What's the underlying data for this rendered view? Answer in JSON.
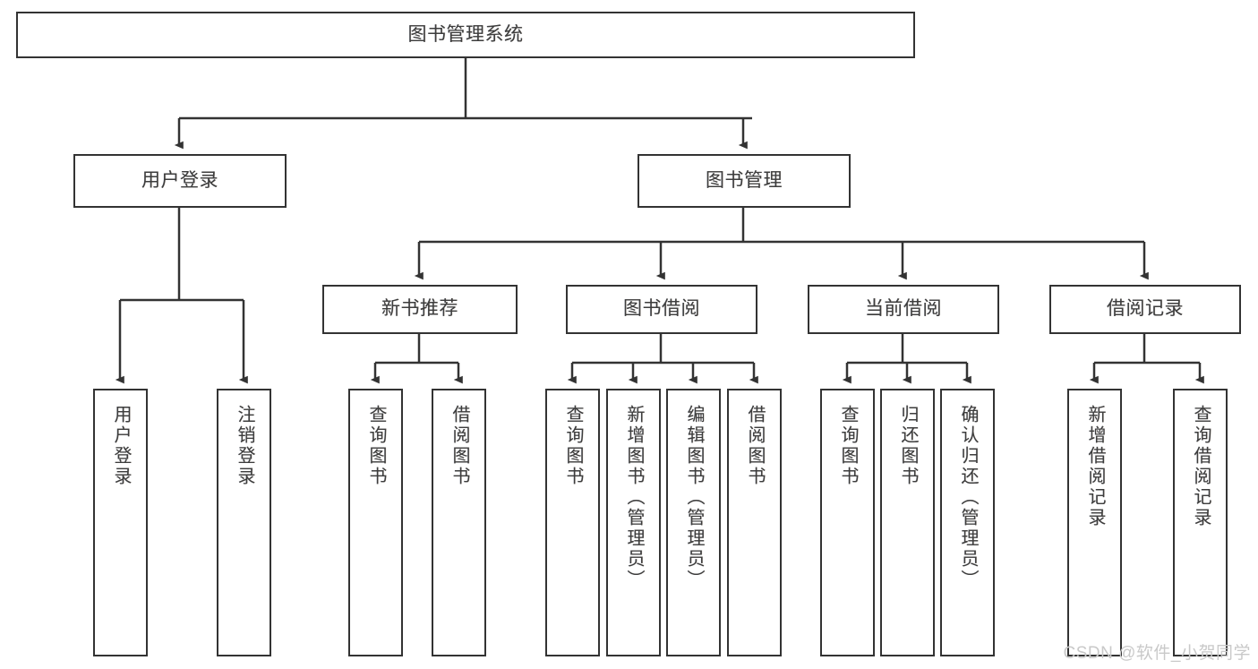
{
  "diagram": {
    "title": "图书管理系统",
    "type": "tree",
    "watermark": "CSDN @软件_小贺同学",
    "colors": {
      "box_border": "#333333",
      "box_fill": "#ffffff",
      "text": "#3d3d3d",
      "connector": "#333333",
      "watermark": "#c9c9c9",
      "background": "#ffffff"
    },
    "nodes": {
      "root": {
        "label": "图书管理系统",
        "level": 0
      },
      "user_login": {
        "label": "用户登录",
        "level": 1
      },
      "book_manage": {
        "label": "图书管理",
        "level": 1
      },
      "new_book_rec": {
        "label": "新书推荐",
        "level": 2
      },
      "book_borrow": {
        "label": "图书借阅",
        "level": 2
      },
      "current_borrow": {
        "label": "当前借阅",
        "level": 2
      },
      "borrow_record": {
        "label": "借阅记录",
        "level": 2
      },
      "leaf_user_login": {
        "label": "用户登录",
        "level": 3,
        "orientation": "vertical"
      },
      "leaf_logout": {
        "label": "注销登录",
        "level": 3,
        "orientation": "vertical"
      },
      "leaf_query_book_1": {
        "label": "查询图书",
        "level": 3,
        "orientation": "vertical"
      },
      "leaf_borrow_book_1": {
        "label": "借阅图书",
        "level": 3,
        "orientation": "vertical"
      },
      "leaf_query_book_2": {
        "label": "查询图书",
        "level": 3,
        "orientation": "vertical"
      },
      "leaf_add_book": {
        "label": "新增图书（管理员）",
        "level": 3,
        "orientation": "vertical"
      },
      "leaf_edit_book": {
        "label": "编辑图书（管理员）",
        "level": 3,
        "orientation": "vertical"
      },
      "leaf_borrow_book_2": {
        "label": "借阅图书",
        "level": 3,
        "orientation": "vertical"
      },
      "leaf_query_book_3": {
        "label": "查询图书",
        "level": 3,
        "orientation": "vertical"
      },
      "leaf_return_book": {
        "label": "归还图书",
        "level": 3,
        "orientation": "vertical"
      },
      "leaf_confirm_return": {
        "label": "确认归还（管理员）",
        "level": 3,
        "orientation": "vertical"
      },
      "leaf_add_record": {
        "label": "新增借阅记录",
        "level": 3,
        "orientation": "vertical"
      },
      "leaf_query_record": {
        "label": "查询借阅记录",
        "level": 3,
        "orientation": "vertical"
      }
    },
    "edges": [
      {
        "from": "root",
        "to": "user_login"
      },
      {
        "from": "root",
        "to": "book_manage"
      },
      {
        "from": "user_login",
        "to": "leaf_user_login"
      },
      {
        "from": "user_login",
        "to": "leaf_logout"
      },
      {
        "from": "book_manage",
        "to": "new_book_rec"
      },
      {
        "from": "book_manage",
        "to": "book_borrow"
      },
      {
        "from": "book_manage",
        "to": "current_borrow"
      },
      {
        "from": "book_manage",
        "to": "borrow_record"
      },
      {
        "from": "new_book_rec",
        "to": "leaf_query_book_1"
      },
      {
        "from": "new_book_rec",
        "to": "leaf_borrow_book_1"
      },
      {
        "from": "book_borrow",
        "to": "leaf_query_book_2"
      },
      {
        "from": "book_borrow",
        "to": "leaf_add_book"
      },
      {
        "from": "book_borrow",
        "to": "leaf_edit_book"
      },
      {
        "from": "book_borrow",
        "to": "leaf_borrow_book_2"
      },
      {
        "from": "current_borrow",
        "to": "leaf_query_book_3"
      },
      {
        "from": "current_borrow",
        "to": "leaf_return_book"
      },
      {
        "from": "current_borrow",
        "to": "leaf_confirm_return"
      },
      {
        "from": "borrow_record",
        "to": "leaf_add_record"
      },
      {
        "from": "borrow_record",
        "to": "leaf_query_record"
      }
    ]
  }
}
